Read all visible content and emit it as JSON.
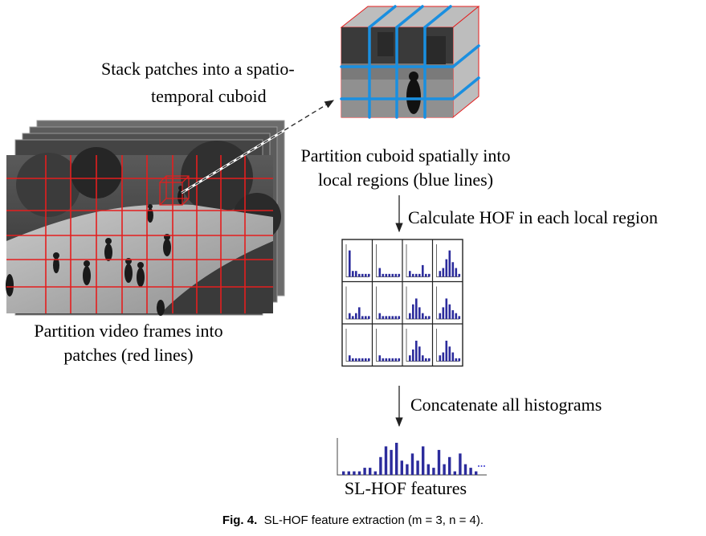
{
  "labels": {
    "stack_line1": "Stack patches into a spatio-",
    "stack_line2": "temporal cuboid",
    "partition_cuboid_line1": "Partition cuboid spatially into",
    "partition_cuboid_line2": "local regions (blue lines)",
    "calc_hof": "Calculate HOF in each local region",
    "partition_frames_line1": "Partition video frames into",
    "partition_frames_line2": "patches (red lines)",
    "concat": "Concatenate all histograms",
    "features": "SL-HOF features"
  },
  "caption": {
    "prefix": "Fig. 4.",
    "text": "SL-HOF feature extraction (m = 3, n = 4)."
  },
  "grid": {
    "rows": 3,
    "cols": 4
  },
  "hof_grid_values": [
    [
      [
        9,
        2,
        2,
        1,
        1,
        1,
        1
      ],
      [
        3,
        1,
        1,
        1,
        1,
        1,
        1
      ],
      [
        2,
        1,
        1,
        1,
        4,
        1,
        1
      ],
      [
        2,
        3,
        6,
        9,
        5,
        3,
        1
      ]
    ],
    [
      [
        2,
        1,
        2,
        4,
        1,
        1,
        1
      ],
      [
        2,
        1,
        1,
        1,
        1,
        1,
        1
      ],
      [
        2,
        5,
        7,
        4,
        2,
        1,
        1
      ],
      [
        2,
        4,
        7,
        5,
        3,
        2,
        1
      ]
    ],
    [
      [
        2,
        1,
        1,
        1,
        1,
        1,
        1
      ],
      [
        2,
        1,
        1,
        1,
        1,
        1,
        1
      ],
      [
        2,
        4,
        7,
        5,
        2,
        1,
        1
      ],
      [
        2,
        3,
        7,
        5,
        3,
        1,
        1
      ]
    ]
  ],
  "concat_values": [
    1,
    1,
    1,
    1,
    2,
    2,
    1,
    5,
    8,
    7,
    9,
    4,
    3,
    6,
    4,
    8,
    3,
    2,
    7,
    3,
    5,
    1,
    6,
    3,
    2,
    1
  ],
  "colors": {
    "grid_red": "#e41e1e",
    "grid_blue": "#1a8fe0",
    "bar_blue": "#2c2c9c"
  }
}
